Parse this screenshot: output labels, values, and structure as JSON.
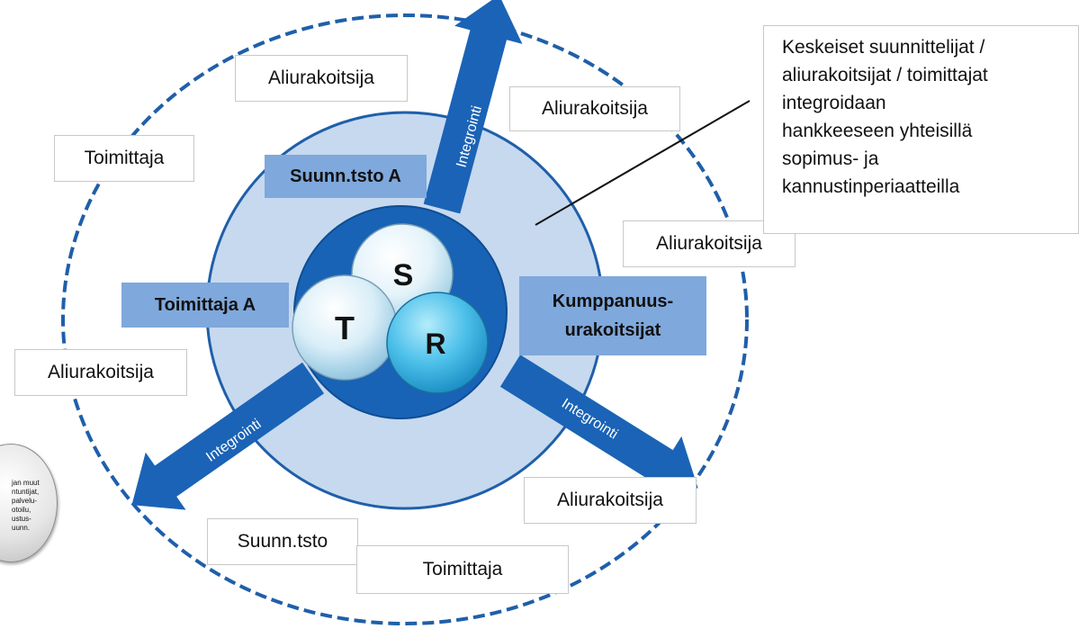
{
  "colors": {
    "outer_dash": "#1f5faa",
    "ring_fill": "#c6d9ef",
    "ring_stroke": "#1f5faa",
    "core_fill": "#1863b5",
    "arrow": "#1a63b6",
    "box_blue": "#7fa8dc"
  },
  "center_circles": {
    "s_label": "S",
    "t_label": "T",
    "r_label": "R"
  },
  "arrows": {
    "top_label": "Integrointi",
    "left_label": "Integrointi",
    "right_label": "Integrointi"
  },
  "blue_labels": {
    "suunn_tsto_a": "Suunn.tsto A",
    "toimittaja_a": "Toimittaja A",
    "kumppanuus_line1": "Kumppanuus-",
    "kumppanuus_line2": "urakoitsijat"
  },
  "outer_labels": {
    "aliurakoitsija_top": "Aliurakoitsija",
    "aliurakoitsija_top_right": "Aliurakoitsija",
    "aliurakoitsija_right": "Aliurakoitsija",
    "aliurakoitsija_left": "Aliurakoitsija",
    "aliurakoitsija_bottom_right": "Aliurakoitsija",
    "toimittaja_left": "Toimittaja",
    "suunn_tsto_bottom": "Suunn.tsto",
    "toimittaja_bottom": "Toimittaja"
  },
  "callout": {
    "lines": [
      "Keskeiset suunnittelijat /",
      "aliurakoitsijat / toimittajat",
      "integroidaan",
      "hankkeeseen yhteisillä",
      "sopimus- ja",
      "kannustinperiaatteilla"
    ]
  },
  "side_bubble": {
    "lines": [
      "jan muut",
      "ntuntijat,",
      "palvelu-",
      "otoilu,",
      "ustus-",
      "uunn."
    ]
  }
}
